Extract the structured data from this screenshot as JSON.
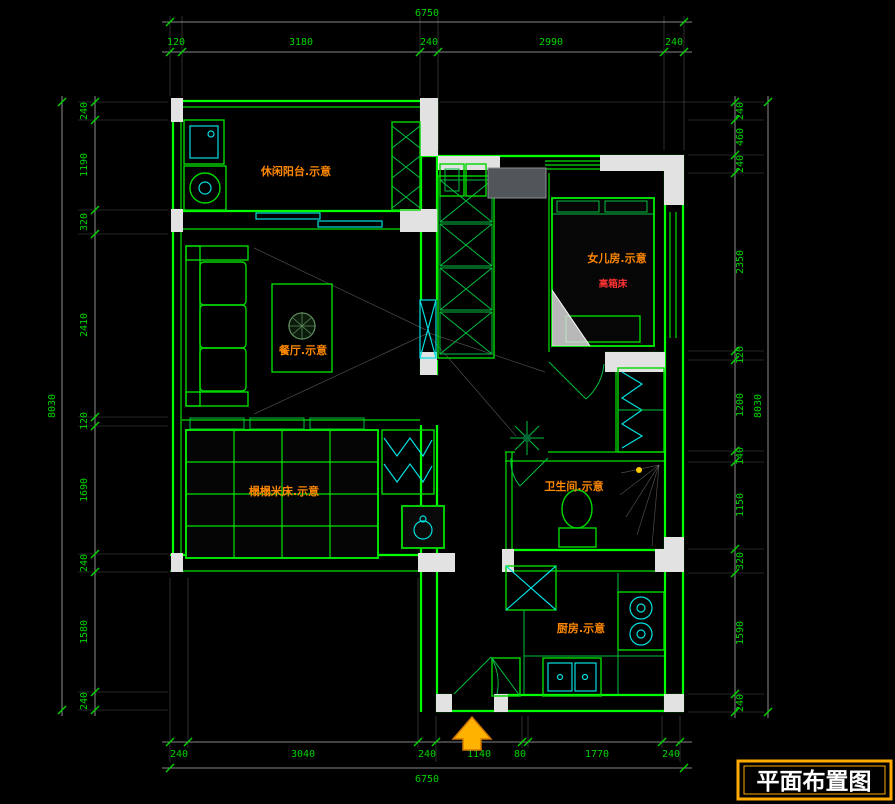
{
  "title_block": {
    "label": "平面布置图"
  },
  "colors": {
    "background": "#000000",
    "wall_green": "#00ff00",
    "dim_text_green": "#00d400",
    "fixture_cyan": "#00e0e0",
    "room_label_orange": "#ff8800",
    "highlight_red": "#ff3333",
    "title_border_yellow": "#ffaa00",
    "entry_arrow_orange": "#ffb300",
    "column_white": "#e2e2e2"
  },
  "dims": {
    "top_total": "6750",
    "top": [
      "120",
      "3180",
      "240",
      "2990",
      "240"
    ],
    "bottom": [
      "240",
      "3040",
      "240",
      "1140",
      "80",
      "1770",
      "240"
    ],
    "bottom_total": "6750",
    "left_total": "8030",
    "left": [
      "240",
      "1190",
      "320",
      "2410",
      "120",
      "1690",
      "240",
      "1580",
      "240"
    ],
    "right": [
      "240",
      "460",
      "240",
      "2350",
      "120",
      "1200",
      "140",
      "1150",
      "320",
      "1590",
      "240"
    ],
    "right_total": "8030"
  },
  "labels": {
    "balcony": "休闲阳台.示意",
    "dining": "餐厅.示意",
    "tatami": "榻榻米床.示意",
    "bedroom": "女儿房.示意",
    "bed_type": "高箱床",
    "bathroom": "卫生间.示意",
    "kitchen": "厨房.示意"
  }
}
